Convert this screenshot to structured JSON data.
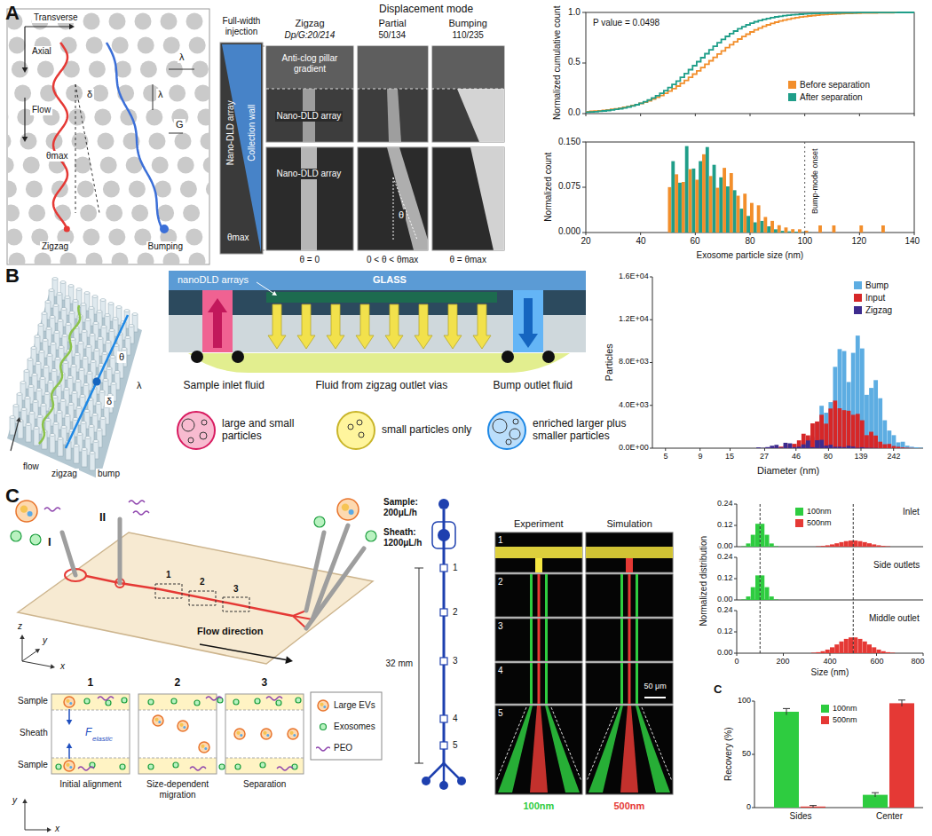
{
  "diagram": {
    "nodes": [
      {
        "text": [
          "large and small particles"
        ]
      },
      {
        "text": [
          "small particles only"
        ]
      },
      {
        "text": [
          "enriched larger plus smaller particles"
        ]
      }
    ],
    "labels": [
      "A",
      "Transverse",
      "Axial",
      "Flow",
      "δ",
      "θmax",
      "λ",
      "λ",
      "G",
      "Zigzag",
      "Bumping",
      "Displacement mode",
      "Full-width injection",
      "Zigzag",
      "Dp/G:20/214",
      "Partial",
      "50/134",
      "Bumping",
      "110/235",
      "Nano-DLD array",
      "Collection wall",
      "θmax",
      "Anti-clog pillar gradient",
      "Nano-DLD array",
      "Nano-DLD array",
      "θ",
      "θ = 0",
      "0 < θ < θmax",
      "θ = θmax",
      "P value = 0.0498",
      "1.0",
      "0.5",
      "0.0",
      "Normalized cumulative count",
      "0.150",
      "0.075",
      "0.000",
      "Normalized count",
      "Bump-mode onset",
      "20",
      "40",
      "60",
      "80",
      "100",
      "120",
      "140",
      "Exosome particle size (nm)",
      "B",
      "flow",
      "zigzag",
      "bump",
      "θ",
      "δ",
      "λ",
      "nanoDLD arrays",
      "GLASS",
      "Sample inlet fluid",
      "Fluid from zigzag outlet vias",
      "Bump outlet fluid",
      "Particles",
      "1.6E+04",
      "1.2E+04",
      "8.0E+03",
      "4.0E+03",
      "0.0E+00",
      "5",
      "9",
      "15",
      "27",
      "46",
      "80",
      "139",
      "242",
      "Diameter (nm)",
      "C",
      "I",
      "II",
      "1",
      "2",
      "3",
      "Flow direction",
      "z",
      "y",
      "x",
      "1",
      "2",
      "3",
      "Sample",
      "Sheath",
      "Sample",
      "F",
      "elastic",
      "Initial alignment",
      "Size-dependent migration",
      "Separation",
      "y",
      "x",
      "Sample: 200μL/h",
      "Sheath: 1200μL/h",
      "1",
      "2",
      "3",
      "4",
      "5",
      "32 mm",
      "Experiment",
      "Simulation",
      "1",
      "2",
      "3",
      "4",
      "5",
      "50 μm",
      "100nm",
      "500nm",
      "0.24",
      "0.12",
      "0.00",
      "Inlet",
      "0.24",
      "0.12",
      "0.00",
      "Side outlets",
      "0.24",
      "0.12",
      "0.00",
      "Middle outlet",
      "Normalized distribution",
      "0",
      "200",
      "400",
      "600",
      "800",
      "Size (nm)",
      "C",
      "100",
      "50",
      "0",
      "Recovery (%)",
      "Sides",
      "Center"
    ],
    "legend": [
      {
        "text": "Before separation",
        "color": "#f28e2b"
      },
      {
        "text": "After separation",
        "color": "#1f9e89"
      },
      {
        "text": "Bump",
        "color": "#5dade2"
      },
      {
        "text": "Input",
        "color": "#d62728"
      },
      {
        "text": "Zigzag",
        "color": "#3d2b8e"
      },
      {
        "text": "Large EVs"
      },
      {
        "text": "Exosomes"
      },
      {
        "text": "PEO"
      },
      {
        "text": "100nm",
        "color": "#2ecc40"
      },
      {
        "text": "500nm",
        "color": "#e53935"
      },
      {
        "text": "100nm",
        "color": "#2ecc40"
      },
      {
        "text": "500nm",
        "color": "#e53935"
      }
    ]
  }
}
